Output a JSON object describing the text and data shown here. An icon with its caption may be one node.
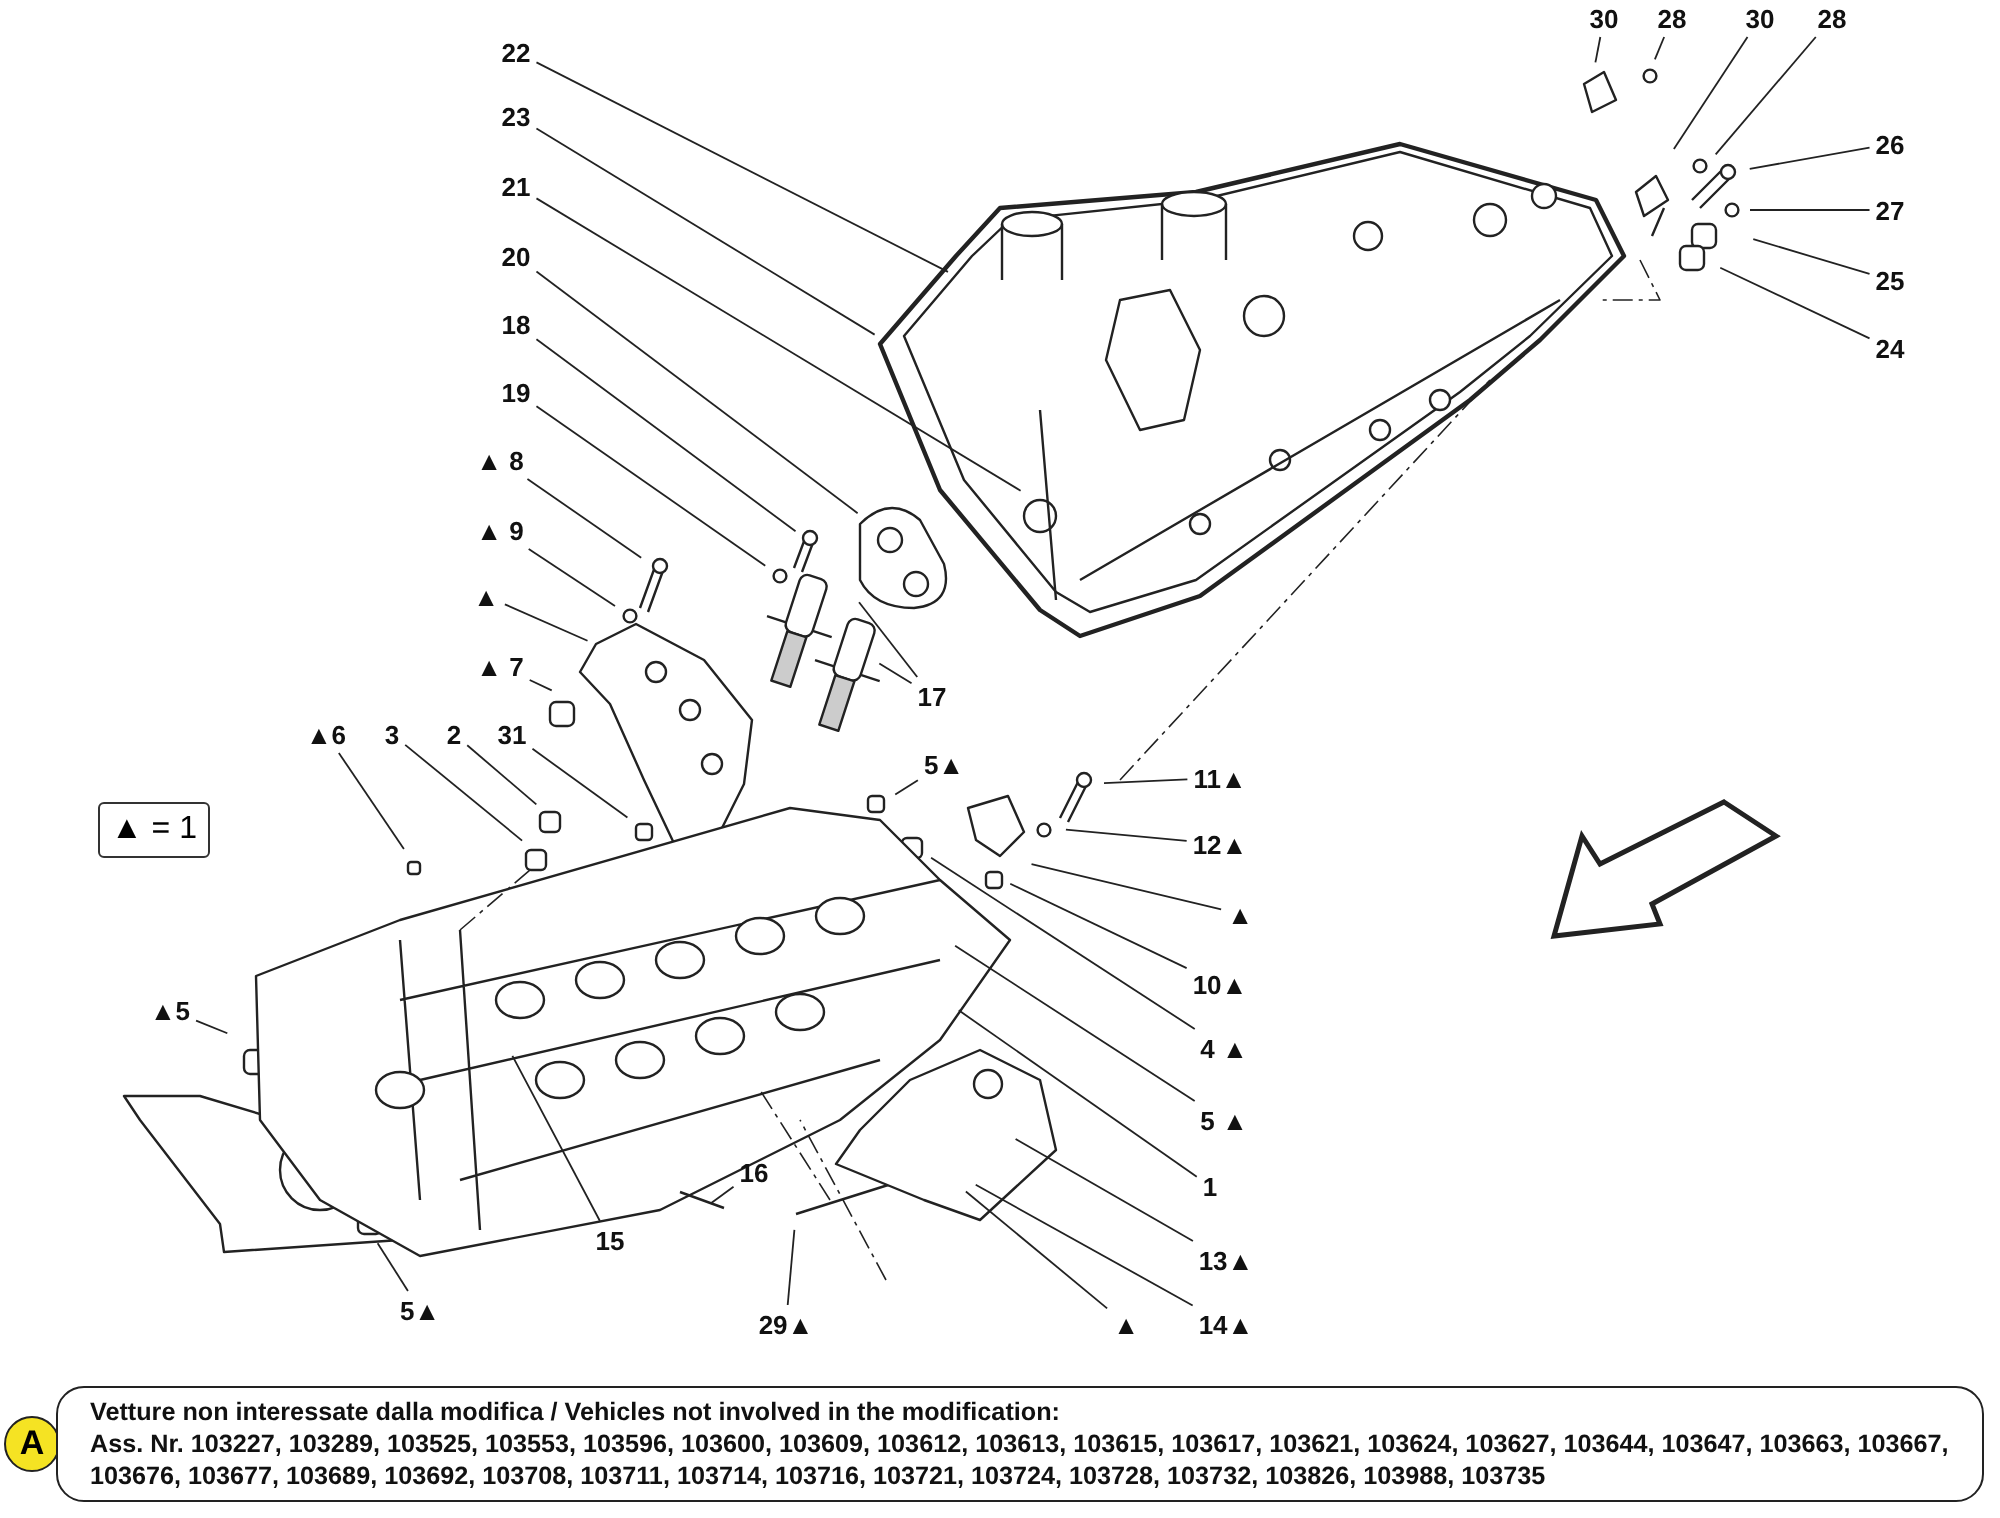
{
  "diagram": {
    "nodes": [
      {
        "text": [
          "30"
        ]
      },
      {
        "text": [
          "28"
        ]
      },
      {
        "text": [
          "30"
        ]
      },
      {
        "text": [
          "28"
        ]
      },
      {
        "text": [
          "22"
        ]
      },
      {
        "text": [
          "23"
        ]
      },
      {
        "text": [
          "26"
        ]
      },
      {
        "text": [
          "21"
        ]
      },
      {
        "text": [
          "27"
        ]
      },
      {
        "text": [
          "20"
        ]
      },
      {
        "text": [
          "25"
        ]
      },
      {
        "text": [
          "18"
        ]
      },
      {
        "text": [
          "24"
        ]
      },
      {
        "text": [
          "19"
        ]
      },
      {
        "text": [
          "▲ 8"
        ]
      },
      {
        "text": [
          "▲ 9"
        ]
      },
      {
        "text": [
          "▲"
        ]
      },
      {
        "text": [
          "▲ 7"
        ]
      },
      {
        "text": [
          "17"
        ]
      },
      {
        "text": [
          "▲6"
        ]
      },
      {
        "text": [
          "3"
        ]
      },
      {
        "text": [
          "2"
        ]
      },
      {
        "text": [
          "31"
        ]
      },
      {
        "text": [
          "5▲"
        ]
      },
      {
        "text": [
          "11▲"
        ]
      },
      {
        "text": [
          "▲ = 1"
        ]
      },
      {
        "text": [
          "12▲"
        ]
      },
      {
        "text": [
          "▲"
        ]
      },
      {
        "text": [
          "10▲"
        ]
      },
      {
        "text": [
          "▲5"
        ]
      },
      {
        "text": [
          "4 ▲"
        ]
      },
      {
        "text": [
          "5 ▲"
        ]
      },
      {
        "text": [
          "16"
        ]
      },
      {
        "text": [
          "1"
        ]
      },
      {
        "text": [
          "15"
        ]
      },
      {
        "text": [
          "13▲"
        ]
      },
      {
        "text": [
          "5▲"
        ]
      },
      {
        "text": [
          "29▲"
        ]
      },
      {
        "text": [
          "▲"
        ]
      },
      {
        "text": [
          "14▲"
        ]
      },
      {
        "text": [
          "A"
        ]
      },
      {
        "text": [
          "Vetture non interessate dalla modifica / Vehicles not involved in the modification:",
          "Ass. Nr. 103227, 103289, 103525, 103553, 103596, 103600, 103609, 103612, 103613, 103615, 103617, 103621, 103624, 103627, 103644, 103647, 103663, 103667, 103676, 103677, 103689, 103692, 103708, 103711, 103714, 103716, 103721, 103724, 103728, 103732, 103826, 103988, 103735"
        ]
      }
    ],
    "edges": [
      {
        "from": 0,
        "to": null,
        "arrow": "none"
      },
      {
        "from": 1,
        "to": null,
        "arrow": "none"
      },
      {
        "from": 2,
        "to": null,
        "arrow": "none"
      },
      {
        "from": 3,
        "to": null,
        "arrow": "none"
      },
      {
        "from": 4,
        "to": null,
        "arrow": "none"
      },
      {
        "from": 5,
        "to": null,
        "arrow": "none"
      },
      {
        "from": 6,
        "to": null,
        "arrow": "none"
      },
      {
        "from": 7,
        "to": null,
        "arrow": "none"
      },
      {
        "from": 8,
        "to": null,
        "arrow": "none"
      },
      {
        "from": 9,
        "to": null,
        "arrow": "none"
      },
      {
        "from": 10,
        "to": null,
        "arrow": "none"
      },
      {
        "from": 11,
        "to": null,
        "arrow": "none"
      },
      {
        "from": 12,
        "to": null,
        "arrow": "none"
      },
      {
        "from": 13,
        "to": null,
        "arrow": "none"
      },
      {
        "from": 14,
        "to": null,
        "arrow": "none"
      },
      {
        "from": 15,
        "to": null,
        "arrow": "none"
      },
      {
        "from": 16,
        "to": null,
        "arrow": "none"
      },
      {
        "from": 17,
        "to": null,
        "arrow": "none"
      },
      {
        "from": 18,
        "to": null,
        "arrow": "none"
      },
      {
        "from": 18,
        "to": null,
        "arrow": "none"
      },
      {
        "from": 19,
        "to": null,
        "arrow": "none"
      },
      {
        "from": 20,
        "to": null,
        "arrow": "none"
      },
      {
        "from": 21,
        "to": null,
        "arrow": "none"
      },
      {
        "from": 22,
        "to": null,
        "arrow": "none"
      },
      {
        "from": 23,
        "to": null,
        "arrow": "none"
      },
      {
        "from": 24,
        "to": null,
        "arrow": "none"
      },
      {
        "from": 26,
        "to": null,
        "arrow": "none"
      },
      {
        "from": 27,
        "to": null,
        "arrow": "none"
      },
      {
        "from": 28,
        "to": null,
        "arrow": "none"
      },
      {
        "from": 29,
        "to": null,
        "arrow": "none"
      },
      {
        "from": 30,
        "to": null,
        "arrow": "none"
      },
      {
        "from": 31,
        "to": null,
        "arrow": "none"
      },
      {
        "from": 32,
        "to": null,
        "arrow": "none"
      },
      {
        "from": 33,
        "to": null,
        "arrow": "none"
      },
      {
        "from": 34,
        "to": null,
        "arrow": "none"
      },
      {
        "from": 35,
        "to": null,
        "arrow": "none"
      },
      {
        "from": 36,
        "to": null,
        "arrow": "none"
      },
      {
        "from": 37,
        "to": null,
        "arrow": "none"
      },
      {
        "from": 38,
        "to": null,
        "arrow": "none"
      },
      {
        "from": 39,
        "to": null,
        "arrow": "none"
      }
    ]
  }
}
